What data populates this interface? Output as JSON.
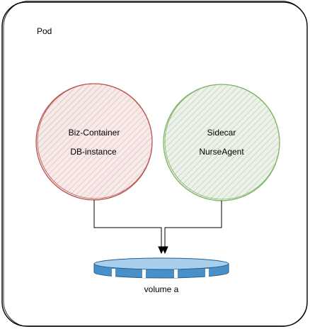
{
  "pod": {
    "label": "Pod"
  },
  "biz_container": {
    "line1": "Biz-Container",
    "line2": "DB-instance",
    "stroke_color": "#b85450",
    "fill_color": "#f8cecc"
  },
  "sidecar": {
    "line1": "Sidecar",
    "line2": "NurseAgent",
    "stroke_color": "#82b366",
    "fill_color": "#d5e8d4"
  },
  "volume": {
    "label": "volume a",
    "fill_color": "#4a90c8",
    "stroke_color": "#1f5f93"
  }
}
